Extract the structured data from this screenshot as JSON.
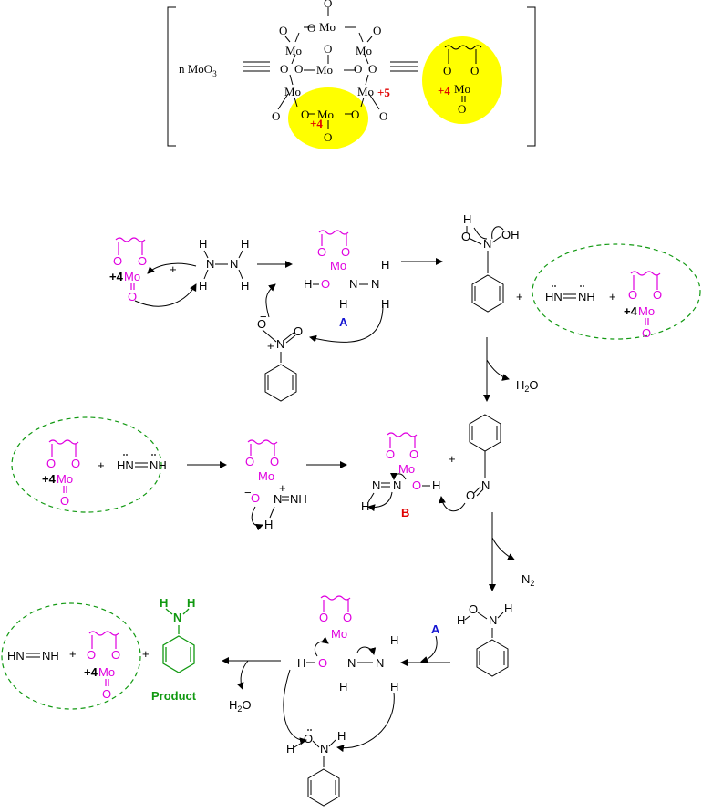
{
  "top_scheme": {
    "nmoo3": "n MoO",
    "nmoo3_sub": "3",
    "equiv_symbol": "≡",
    "mo": "Mo",
    "o": "O",
    "ox_plus5": "+5",
    "ox_plus4": "+4"
  },
  "mechanism": {
    "plus": "+",
    "h": "H",
    "n": "N",
    "nh": "NH",
    "hn": "HN",
    "oh": "OH",
    "o": "O",
    "mo": "Mo",
    "ox_plus4": "+4",
    "h2o": "H",
    "h2o_sub": "2",
    "h2o_o": "O",
    "n2": "N",
    "n2_sub": "2",
    "label_a": "A",
    "label_b": "B",
    "product": "Product",
    "minus": "−",
    "charge_plus": "+"
  },
  "colors": {
    "catalyst": "#e000e0",
    "oxidation_state": "#e00000",
    "intermediate_label_a": "#1414d2",
    "intermediate_label_b": "#e00000",
    "product": "#119911",
    "highlight": "#ffff00",
    "dashed_group": "#119911"
  }
}
